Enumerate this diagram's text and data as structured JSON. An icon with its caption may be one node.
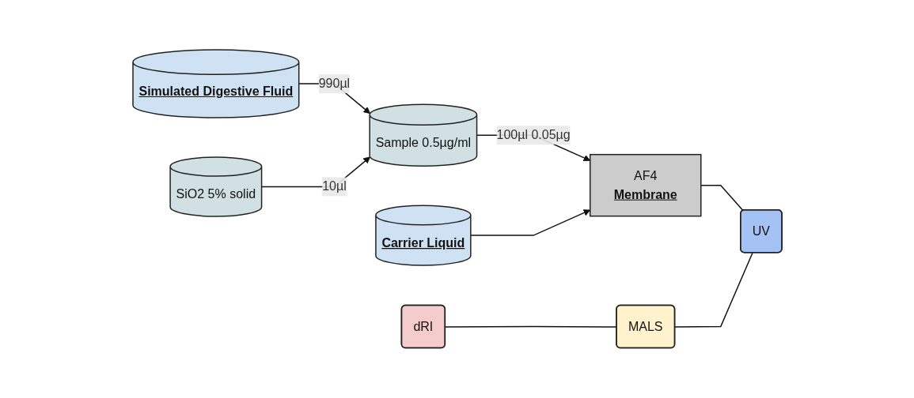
{
  "diagram": {
    "nodes": [
      {
        "text": [
          "Simulated Digestive Fluid"
        ]
      },
      {
        "text": [
          "SiO2 5% solid"
        ]
      },
      {
        "text": [
          "Sample 0.5µg/ml"
        ]
      },
      {
        "text": [
          "Carrier Liquid"
        ]
      },
      {
        "text": [
          "AF4",
          "Membrane"
        ]
      },
      {
        "text": [
          "dRI"
        ]
      },
      {
        "text": [
          "MALS"
        ]
      },
      {
        "text": [
          "UV"
        ]
      }
    ],
    "edges": [
      {
        "from": 0,
        "to": 2,
        "arrow": "to",
        "label": "990µl"
      },
      {
        "from": 1,
        "to": 2,
        "arrow": "to",
        "label": "10µl"
      },
      {
        "from": 2,
        "to": 4,
        "arrow": "to",
        "label": "100µl 0.05µg"
      },
      {
        "from": 3,
        "to": 4,
        "arrow": "to"
      },
      {
        "from": 4,
        "to": 7,
        "arrow": "none"
      },
      {
        "from": 5,
        "to": 6,
        "arrow": "none"
      },
      {
        "from": 6,
        "to": 7,
        "arrow": "none"
      }
    ]
  }
}
